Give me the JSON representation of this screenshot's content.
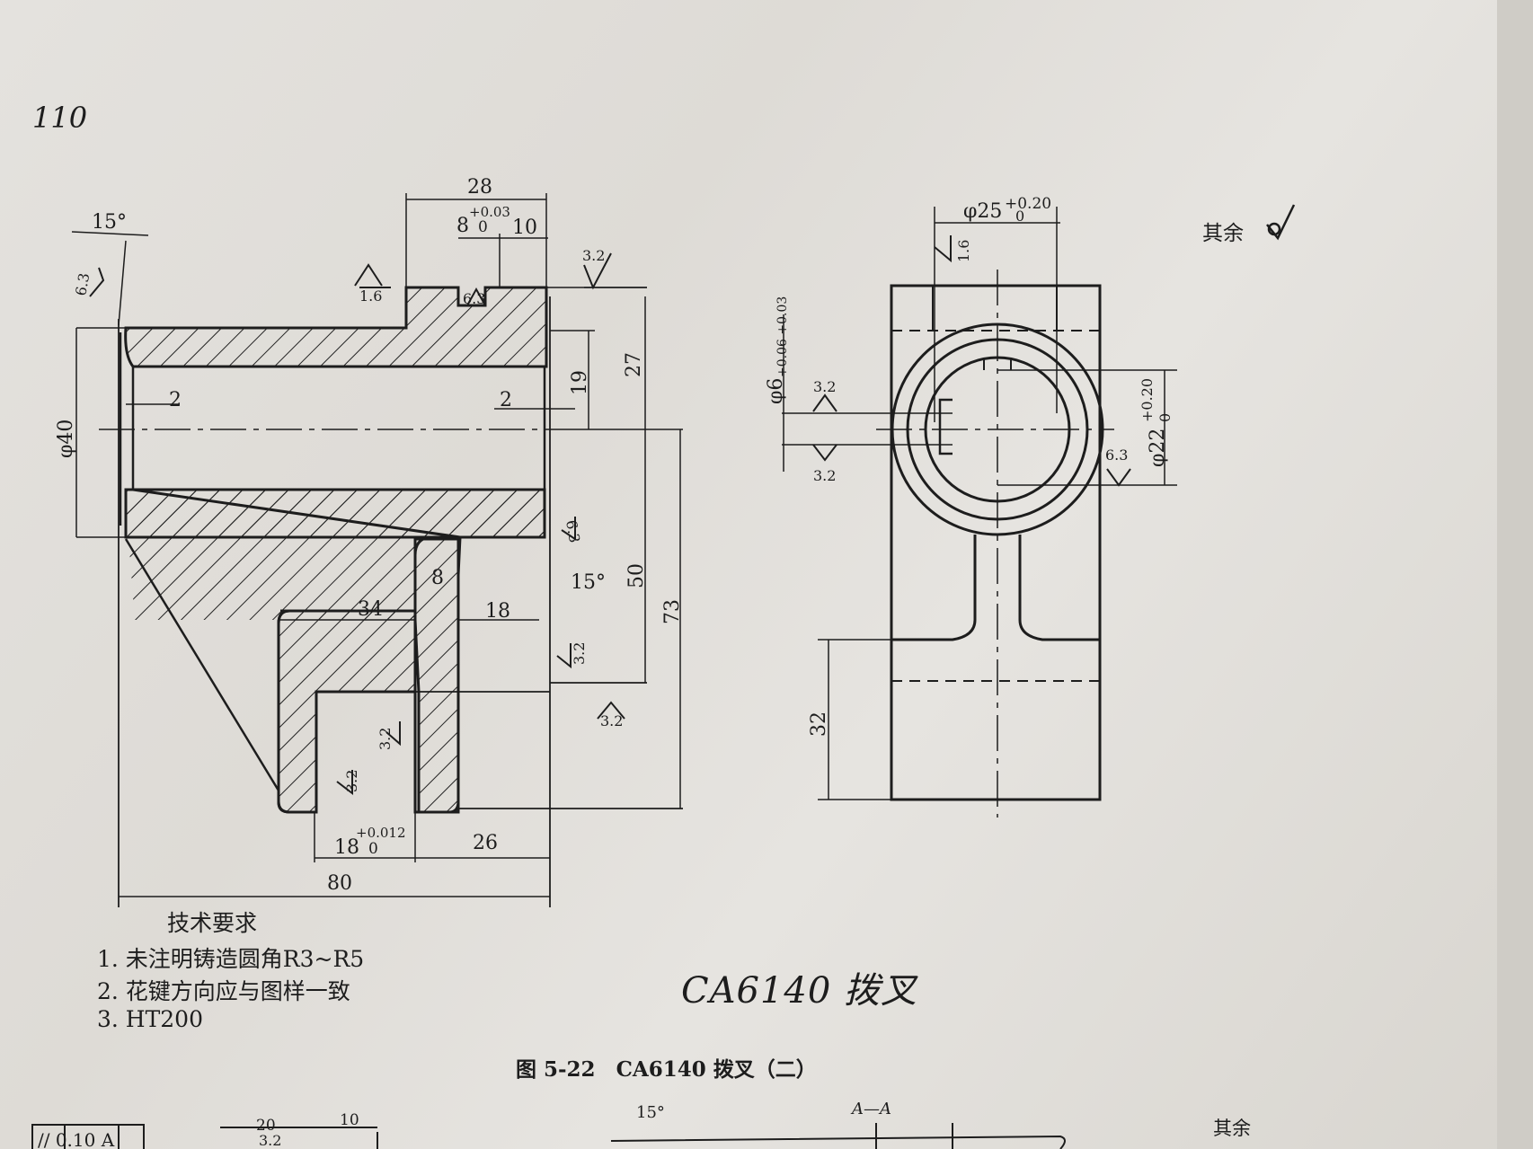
{
  "page_number": "110",
  "rest_note": "其余",
  "left_view": {
    "dims": {
      "d28": "28",
      "tol_8": "+0.03",
      "d8": "8",
      "d8_zero": "0",
      "d10": "10",
      "d15_top": "15°",
      "r63_left": "6.3",
      "r16_top": "1.6",
      "r63_slot": "6.3",
      "r32_top": "3.2",
      "d2_left": "2",
      "d2_right": "2",
      "d19": "19",
      "d27": "27",
      "phi40": "φ40",
      "r63_right": "6.3",
      "d15_right": "15°",
      "d8_web": "8",
      "d34": "34",
      "d18_mid": "18",
      "d50": "50",
      "d73": "73",
      "r32_a": "3.2",
      "r32_b": "3.2",
      "r32_c": "3.2",
      "r32_d": "3.2",
      "d18_bottom": "18",
      "tol_18": "+0.012",
      "d18_zero": "0",
      "d26": "26",
      "d80": "80"
    }
  },
  "right_view": {
    "dims": {
      "phi25": "φ25",
      "tol_25": "+0.20",
      "phi25_zero": "0",
      "r16": "1.6",
      "phi6": "φ6",
      "tol_6": "+0.06 +0.03",
      "r32_a": "3.2",
      "r32_b": "3.2",
      "phi22": "φ22",
      "tol_22": "+0.20",
      "phi22_zero": "0",
      "r63": "6.3",
      "d32": "32"
    }
  },
  "requirements": {
    "title": "技术要求",
    "items": [
      "1. 未注明铸造圆角R3~R5",
      "2. 花键方向应与图样一致",
      "3. HT200"
    ]
  },
  "handwritten_note": "CA6140 拨叉",
  "figure_caption": "图 5-22　CA6140 拨叉（二）",
  "bottom_fragment": {
    "tolerance_frame": "// 0.10 A",
    "d20": "20",
    "d10": "10",
    "r32": "3.2",
    "angle": "15°",
    "section": "A—A",
    "rest_note": "其余"
  }
}
